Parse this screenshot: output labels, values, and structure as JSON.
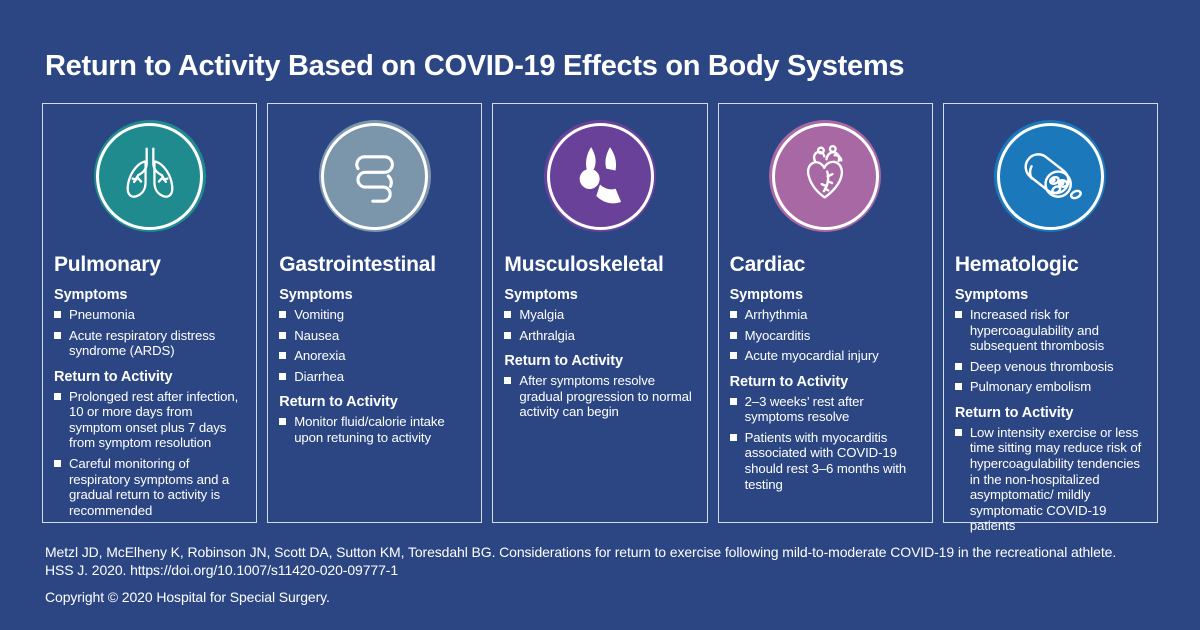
{
  "title": "Return to Activity Based on COVID-19 Effects on Body Systems",
  "colors": {
    "background": "#2b4683",
    "panel_border": "#cfdcec",
    "text": "#ffffff"
  },
  "labels": {
    "symptoms": "Symptoms",
    "return_to_activity": "Return to Activity"
  },
  "panels": [
    {
      "name": "Pulmonary",
      "icon": "lungs-icon",
      "accent": "#1f8b8f",
      "symptoms": [
        "Pneumonia",
        "Acute respiratory distress syndrome (ARDS)"
      ],
      "return_items": [
        "Prolonged rest after infection, 10 or more days from symptom onset plus 7 days from symptom resolution",
        "Careful monitoring of respiratory symptoms and a gradual return to activity is recommended"
      ]
    },
    {
      "name": "Gastrointestinal",
      "icon": "intestines-icon",
      "accent": "#7b95ab",
      "symptoms": [
        "Vomiting",
        "Nausea",
        "Anorexia",
        "Diarrhea"
      ],
      "return_items": [
        "Monitor fluid/calorie intake upon retuning to activity"
      ]
    },
    {
      "name": "Musculoskeletal",
      "icon": "joint-icon",
      "accent": "#6a4199",
      "symptoms": [
        "Myalgia",
        "Arthralgia"
      ],
      "return_items": [
        "After symptoms resolve gradual progression to normal activity can begin"
      ]
    },
    {
      "name": "Cardiac",
      "icon": "heart-icon",
      "accent": "#a868a3",
      "symptoms": [
        "Arrhythmia",
        "Myocarditis",
        "Acute myocardial injury"
      ],
      "return_items": [
        "2–3 weeks’ rest after symptoms resolve",
        "Patients with myocarditis associated with COVID-19 should rest 3–6 months with testing"
      ]
    },
    {
      "name": "Hematologic",
      "icon": "blood-vessel-icon",
      "accent": "#1a78bb",
      "symptoms": [
        "Increased risk for hypercoagulability and subsequent thrombosis",
        "Deep venous thrombosis",
        "Pulmonary embolism"
      ],
      "return_items": [
        "Low intensity exercise or less time sitting may reduce risk of hypercoagulability tendencies in the non-hospitalized asymptomatic/ mildly symptomatic COVID-19 patients"
      ]
    }
  ],
  "footer": {
    "citation": "Metzl JD, McElheny K, Robinson JN, Scott DA, Sutton KM, Toresdahl BG. Considerations for return to exercise following mild-to-moderate COVID-19 in the recreational athlete. HSS J. 2020. https://doi.org/10.1007/s11420-020-09777-1",
    "copyright": "Copyright © 2020 Hospital for Special Surgery."
  }
}
